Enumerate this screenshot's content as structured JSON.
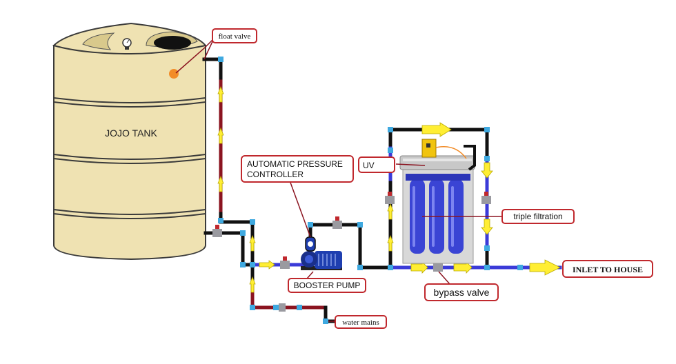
{
  "labels": {
    "tank": "JOJO TANK",
    "float_valve": "float valve",
    "pressure_controller_line1": "AUTOMATIC PRESSURE",
    "pressure_controller_line2": "CONTROLLER",
    "uv": "UV",
    "triple_filtration": "triple filtration",
    "booster_pump": "BOOSTER PUMP",
    "bypass_valve": "bypass valve",
    "inlet": "INLET TO HOUSE",
    "water_mains": "water mains"
  },
  "colors": {
    "tank_fill": "#efe2b2",
    "tank_stroke": "#3a3a3a",
    "pipe_black": "#111111",
    "pipe_blue": "#3b3bd8",
    "pipe_red": "#8b1420",
    "joint": "#3fa9e0",
    "arrow": "#ffee33",
    "label_border": "#c0282d",
    "pump": "#1f3fb0",
    "filter": "#3a44d4",
    "uv_body": "#c8c8c8",
    "float_ball": "#f28c28"
  },
  "icons": {
    "valve": "valve-icon",
    "pump": "pump-icon",
    "uv": "uv-lamp-icon",
    "filter": "filter-cartridge-icon",
    "float": "float-ball-icon",
    "flow": "flow-arrow-icon"
  }
}
